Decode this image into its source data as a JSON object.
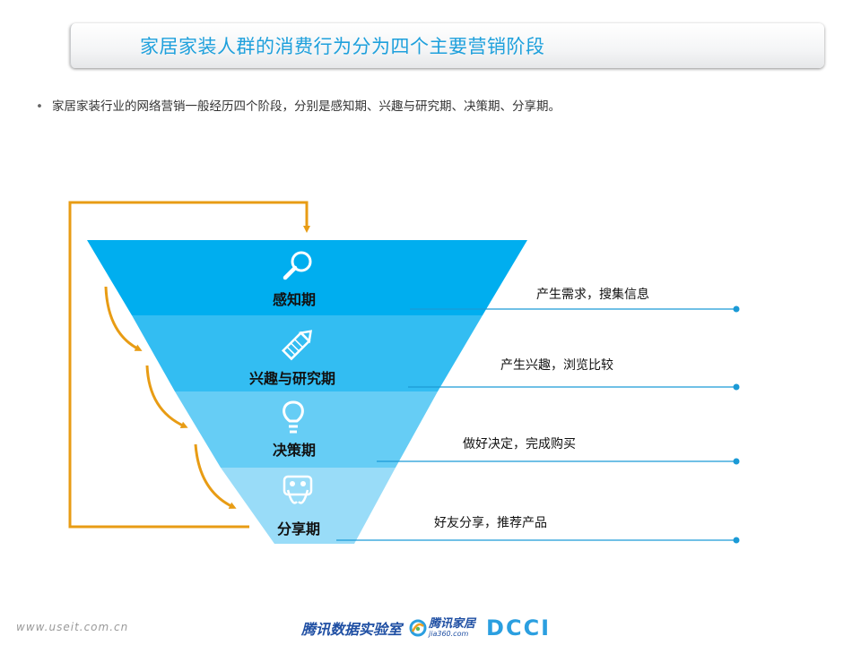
{
  "header": {
    "title": "家居家装人群的消费行为分为四个主要营销阶段"
  },
  "intro": {
    "bullet": "•",
    "text": "家居家装行业的网络营销一般经历四个阶段，分别是感知期、兴趣与研究期、决策期、分享期。"
  },
  "stages": [
    {
      "label": "感知期",
      "description": "产生需求，搜集信息",
      "icon": "search-icon",
      "color": "#00aeef"
    },
    {
      "label": "兴趣与研究期",
      "description": "产生兴趣，浏览比较",
      "icon": "pencil-icon",
      "color": "#33bdf2"
    },
    {
      "label": "决策期",
      "description": "做好决定，完成购买",
      "icon": "lightbulb-icon",
      "color": "#66cdf5"
    },
    {
      "label": "分享期",
      "description": "好友分享，推荐产品",
      "icon": "share-icon",
      "color": "#99dcf8"
    }
  ],
  "colors": {
    "arrow": "#e89c14",
    "leader": "#1b9ad6",
    "title": "#1ea0dc"
  },
  "footer": {
    "url": "www.useit.com.cn",
    "logo_lab": "腾讯数据实验室",
    "logo_home": "腾讯家居",
    "logo_home_sub": "jia360.com",
    "logo_dcci": "DCCI"
  }
}
